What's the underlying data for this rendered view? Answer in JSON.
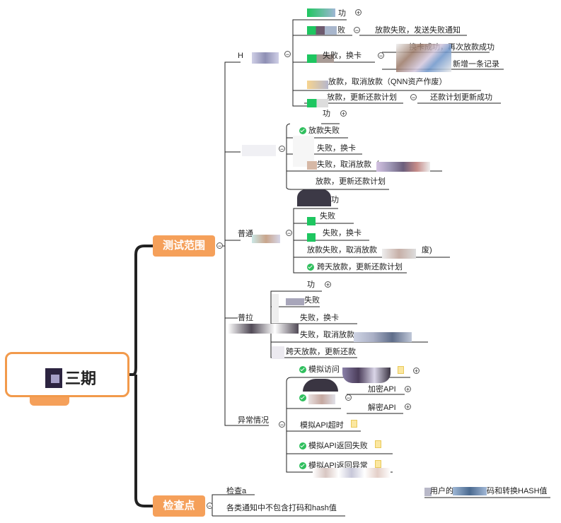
{
  "root": {
    "title": "三期"
  },
  "categories": {
    "test_scope": "测试范围",
    "check_point": "检查点"
  },
  "branches": {
    "h": "H",
    "normal": "普通",
    "pull": "普拉",
    "exception": "异常情况"
  },
  "h_items": {
    "success": "功",
    "fail": "败",
    "fail_notify": "放款失败，发送失败通知",
    "fail_swap": "失败，换卡",
    "swap_success": "换卡成功，再次放款成功",
    "new_record": "新增一条记录",
    "cancel": "放款，取消放款（QNN资产作废）",
    "cross_day": "放款，更新还款计划",
    "repay_updated": "还款计划更新成功"
  },
  "g2_items": {
    "success": "功",
    "fail": "放款失败",
    "swap": "失败，换卡",
    "cancel": "失败，取消放款（",
    "cross": "放款，更新还款计划"
  },
  "normal_items": {
    "success": "功",
    "fail": "失败",
    "swap": "失败，换卡",
    "cancel": "放款失败，取消放款",
    "cancel_tail": "废)",
    "cross": "跨天放款，更新还款计划"
  },
  "pull_items": {
    "success": "功",
    "fail": "失败",
    "swap": "失败，换卡",
    "cancel": "失败，取消放款",
    "cross": "跨天放款，更新还款"
  },
  "exception_items": {
    "visit": "模拟访问",
    "encrypt": "加密API",
    "decrypt": "解密API",
    "timeout": "模拟API超时",
    "return_fail": "模拟API返回失败",
    "return_error": "模拟API返回异常"
  },
  "check_items": {
    "check_a": "检查a",
    "hash_convert": "用户的",
    "hash_convert_tail": "码和转换HASH值",
    "notify_no_code": "各类通知中不包含打码和hash值"
  },
  "toggles": {
    "collapse": "−",
    "expand": "+"
  },
  "colors": {
    "accent": "#f5a05a",
    "root_border": "#f29a4b",
    "check_green": "#2fbf5d",
    "line": "#222222"
  }
}
